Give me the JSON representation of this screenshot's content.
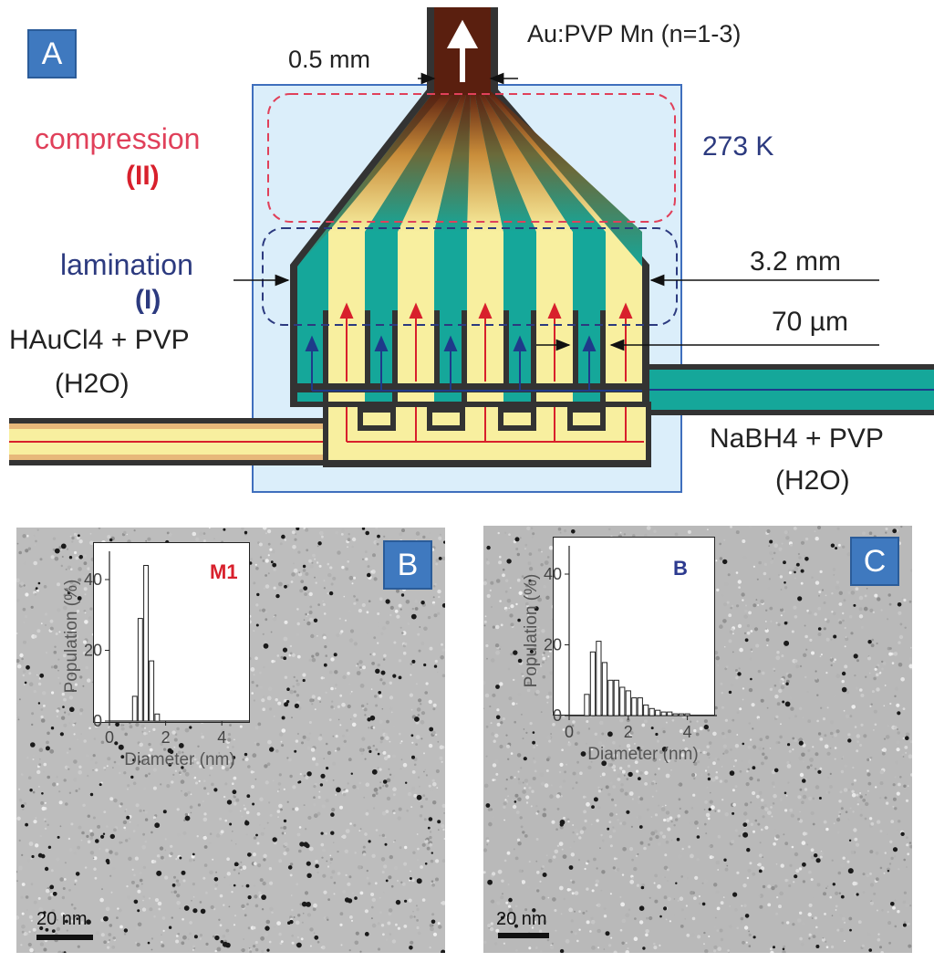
{
  "panels": {
    "a": "A",
    "b": "B",
    "c": "C"
  },
  "diagram": {
    "outlet_label": "Au:PVP Mn (n=1-3)",
    "outlet_width": "0.5 mm",
    "compression_label": "compression",
    "compression_roman": "(II)",
    "temperature": "273 K",
    "lamination_label": "lamination",
    "lamination_roman": "(I)",
    "chamber_width": "3.2 mm",
    "channel_width": "70 µm",
    "reagent_left": "HAuCl4 + PVP",
    "solvent_left": "(H2O)",
    "reagent_right": "NaBH4 + PVP",
    "solvent_right": "(H2O)",
    "colors": {
      "gold_stream": "#f8ef9f",
      "borohydride_stream": "#15a79a",
      "product": "#5a1f0f",
      "bath": "#dbeefa",
      "compression": "#e0405a",
      "lamination": "#2c3a7f"
    }
  },
  "tem_b": {
    "scale_bar": "20 nm",
    "inset_label": "M1",
    "label_color": "#d8202c"
  },
  "tem_c": {
    "scale_bar": "20 nm",
    "inset_label": "B",
    "label_color": "#2c3a8f"
  },
  "chart_data": [
    {
      "type": "bar",
      "title": "M1",
      "xlabel": "Diameter (nm)",
      "ylabel": "Population (%)",
      "xlim": [
        0,
        5
      ],
      "ylim": [
        0,
        48
      ],
      "xticks": [
        0,
        2,
        4
      ],
      "yticks": [
        0,
        20,
        40
      ],
      "x": [
        0.9,
        1.1,
        1.3,
        1.5,
        1.7
      ],
      "values": [
        7,
        29,
        44,
        17,
        2
      ]
    },
    {
      "type": "bar",
      "title": "B",
      "xlabel": "Diameter (nm)",
      "ylabel": "Population (%)",
      "xlim": [
        0,
        5
      ],
      "ylim": [
        0,
        48
      ],
      "xticks": [
        0,
        2,
        4
      ],
      "yticks": [
        0,
        20,
        40
      ],
      "x": [
        0.6,
        0.8,
        1.0,
        1.2,
        1.4,
        1.6,
        1.8,
        2.0,
        2.2,
        2.4,
        2.6,
        2.8,
        3.0,
        3.2,
        3.4,
        3.6,
        3.8,
        4.0
      ],
      "values": [
        6,
        18,
        21,
        15,
        10,
        10,
        8,
        7,
        5,
        5,
        3,
        2,
        1.5,
        1,
        1,
        0.5,
        0.5,
        0.5
      ]
    }
  ]
}
